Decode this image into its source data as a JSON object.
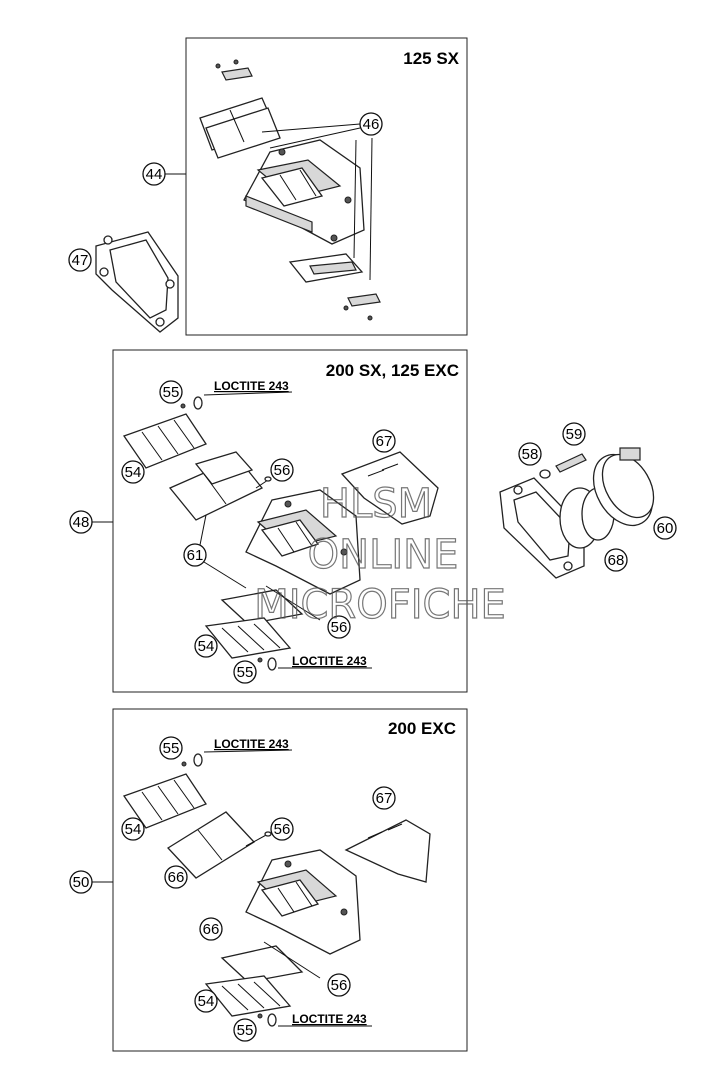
{
  "panels": {
    "panel_125sx": {
      "title": "125 SX"
    },
    "panel_200sx": {
      "title": "200 SX, 125 EXC"
    },
    "panel_200exc": {
      "title": "200 EXC"
    }
  },
  "callouts": {
    "c44": "44",
    "c46": "46",
    "c47": "47",
    "c48": "48",
    "c55a": "55",
    "c54a": "54",
    "c56a": "56",
    "c61": "61",
    "c67a": "67",
    "c56b": "56",
    "c54b": "54",
    "c55b": "55",
    "c58": "58",
    "c59": "59",
    "c60": "60",
    "c68": "68",
    "c50": "50",
    "c55c": "55",
    "c54c": "54",
    "c56c": "56",
    "c66a": "66",
    "c67b": "67",
    "c66b": "66",
    "c56d": "56",
    "c54d": "54",
    "c55d": "55"
  },
  "labels": {
    "loctite_1": "LOCTITE 243",
    "loctite_2": "LOCTITE 243",
    "loctite_3": "LOCTITE 243",
    "loctite_4": "LOCTITE 243"
  },
  "watermark": {
    "line1": "HLSM",
    "line2": "ONLINE",
    "line3": "MICROFICHE"
  }
}
